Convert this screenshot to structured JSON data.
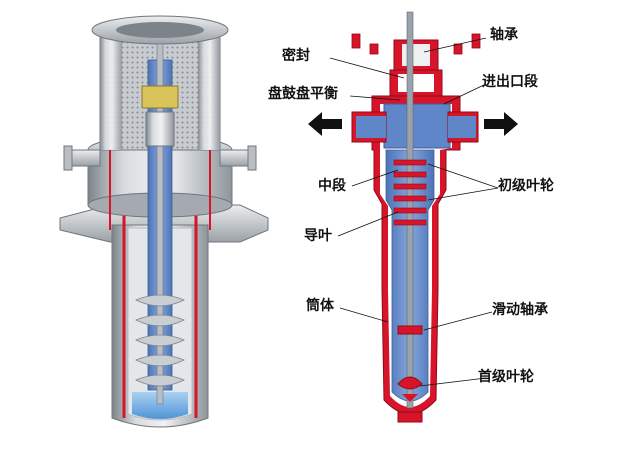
{
  "labels": {
    "bearing": "轴承",
    "seal": "密封",
    "balance_disc": "盘鼓盘平衡",
    "inlet_outlet_section": "进出口段",
    "middle_section": "中段",
    "first_stage_impeller": "初级叶轮",
    "guide_vane": "导叶",
    "barrel": "筒体",
    "sliding_bearing": "滑动轴承",
    "head_stage_impeller": "首级叶轮"
  },
  "colors": {
    "casing_red": "#d8142a",
    "inner_blue": "#5f86c8",
    "shaft_grey": "#9aa3ad",
    "metal_light": "#d6d9dc",
    "metal_dark": "#8a9096",
    "water_blue": "#7fb6e8",
    "arrow_black": "#111111"
  },
  "icons": {
    "flow_left": "arrow-left-icon",
    "flow_right": "arrow-right-icon"
  }
}
